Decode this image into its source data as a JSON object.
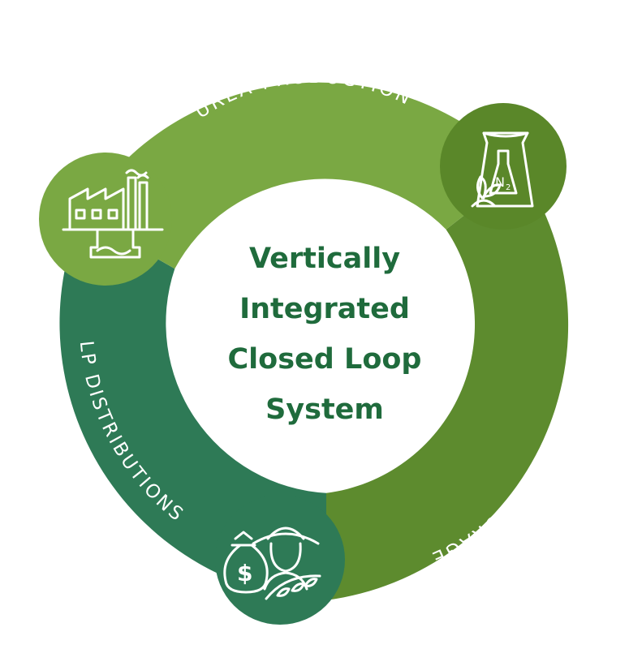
{
  "center": {
    "lines": [
      "Vertically",
      "Integrated",
      "Closed Loop",
      "System"
    ]
  },
  "segments": [
    {
      "label": "UREA PRODUCTION",
      "color": "#7aa843",
      "icon": "factory-icon"
    },
    {
      "label": "FARMER OFFTAKE & STORAGE",
      "color": "#5d8b2e",
      "icon": "fertilizer-bag-icon"
    },
    {
      "label": "LP DISTRIBUTIONS",
      "color": "#2e7a56",
      "icon": "farmer-money-icon"
    }
  ],
  "colors": {
    "title": "#1f6b3c",
    "node_dark": "#5a8729",
    "node_light": "#7aa843",
    "node_teal": "#2e7a56",
    "background": "#ffffff"
  }
}
